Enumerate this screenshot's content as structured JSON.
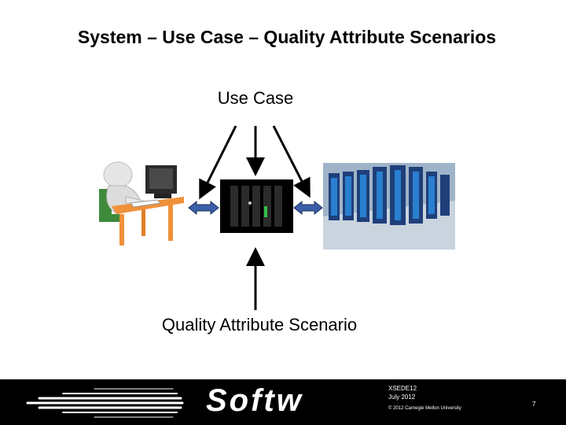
{
  "slide": {
    "title": "System – Use Case – Quality Attribute Scenarios",
    "use_case_label": "Use Case",
    "qas_label": "Quality Attribute Scenario"
  },
  "footer": {
    "logo_text": "Softw",
    "line1": "XSEDE12",
    "line2": "July 2012",
    "copyright": "© 2012 Carnegie Mellon University",
    "page_number": "7"
  },
  "colors": {
    "footer_bg": "#000000",
    "arrow": "#000000",
    "double_arrow_fill": "#3a5fa8",
    "desk": "#f0913a",
    "rack_lights": "#2a7fd0"
  },
  "icons": {
    "user": "user-at-computer-icon",
    "system": "server-system-icon",
    "datacenter": "datacenter-icon"
  }
}
